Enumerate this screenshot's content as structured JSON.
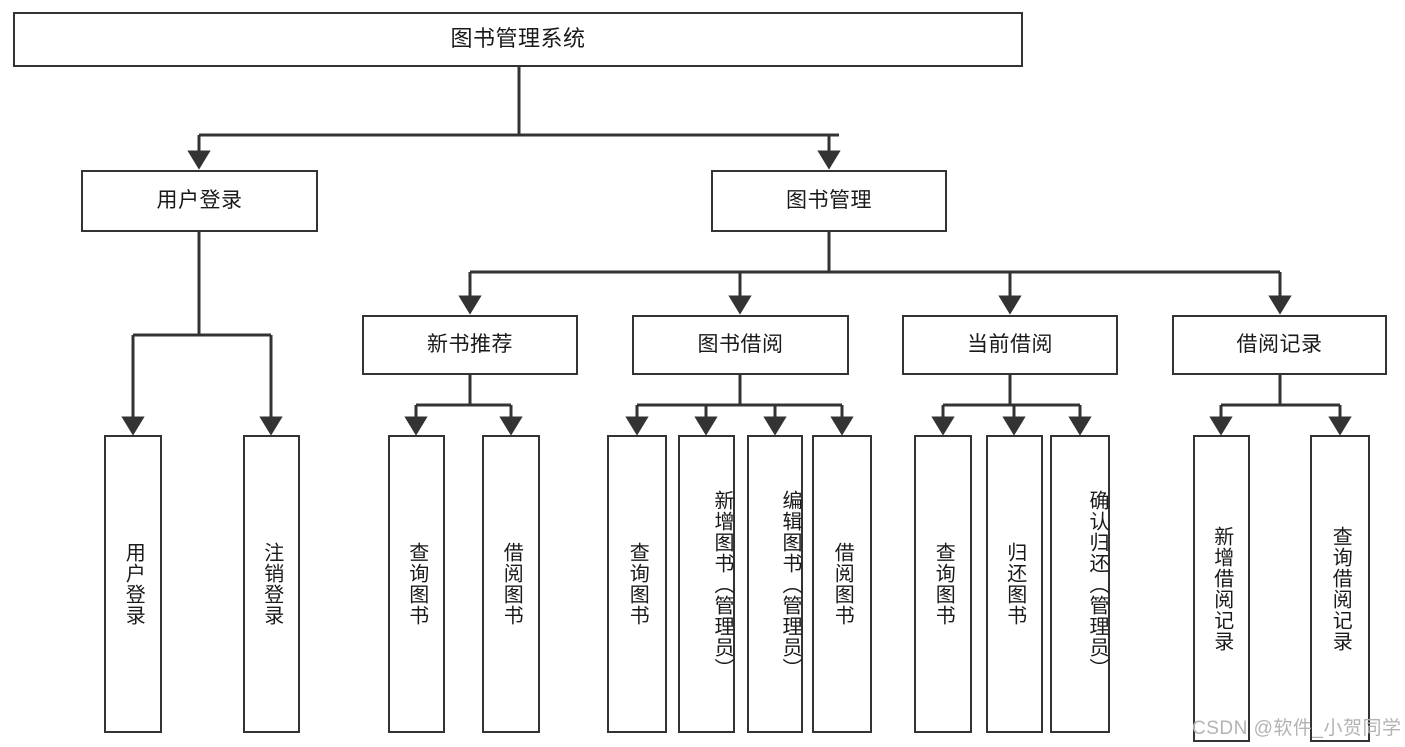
{
  "diagram": {
    "type": "tree",
    "title": "图书管理系统",
    "orientation": "top-down",
    "line_color": "#333333",
    "box_fill": "#ffffff",
    "text_color": "#1a1a1a",
    "nodes": {
      "root": {
        "label": "图书管理系统"
      },
      "l1": [
        {
          "label": "用户登录"
        },
        {
          "label": "图书管理"
        }
      ],
      "l2": [
        {
          "label": "新书推荐"
        },
        {
          "label": "图书借阅"
        },
        {
          "label": "当前借阅"
        },
        {
          "label": "借阅记录"
        }
      ],
      "leaves_user_login": [
        {
          "label": "用户登录"
        },
        {
          "label": "注销登录"
        }
      ],
      "leaves_new_book": [
        {
          "label": "查询图书"
        },
        {
          "label": "借阅图书"
        }
      ],
      "leaves_borrow": [
        {
          "label": "查询图书"
        },
        {
          "label": "新增图书（管理员）"
        },
        {
          "label": "编辑图书（管理员）"
        },
        {
          "label": "借阅图书"
        }
      ],
      "leaves_current": [
        {
          "label": "查询图书"
        },
        {
          "label": "归还图书"
        },
        {
          "label": "确认归还（管理员）"
        }
      ],
      "leaves_record": [
        {
          "label": "新增借阅记录"
        },
        {
          "label": "查询借阅记录"
        }
      ]
    }
  },
  "watermark": {
    "text": "CSDN @软件_小贺同学",
    "color": "#b3b3b3"
  }
}
